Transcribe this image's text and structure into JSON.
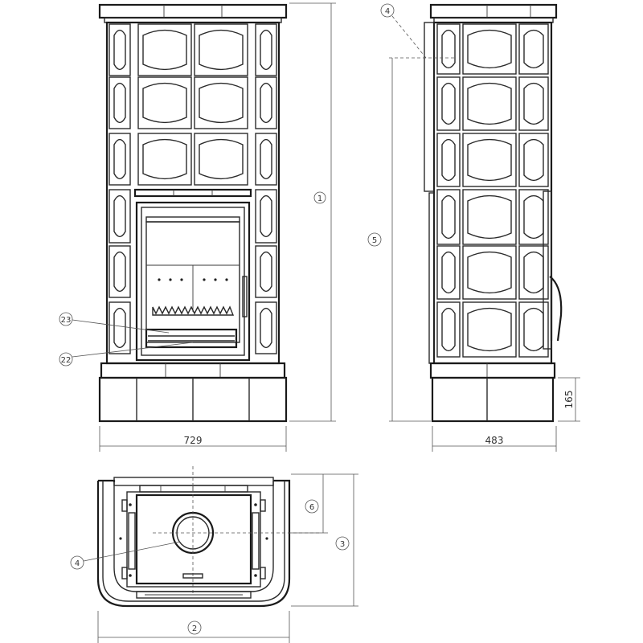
{
  "dimensions": {
    "front_width": "729",
    "side_depth": "483",
    "base_height": "165"
  },
  "callouts": {
    "height": "1",
    "top_width": "2",
    "top_depth": "3",
    "flue": "4",
    "flue_height": "5",
    "flue_offset": "6",
    "grate_upper": "23",
    "grate_lower": "22"
  }
}
